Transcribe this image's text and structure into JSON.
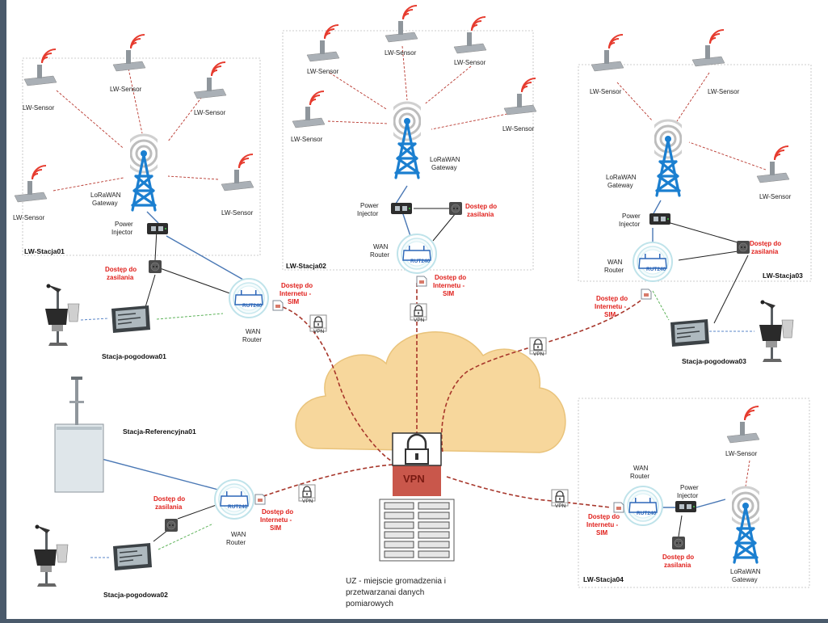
{
  "labels": {
    "sensor": "LW-Sensor",
    "gateway_line1": "LoRaWAN",
    "gateway_line2": "Gateway",
    "injector_line1": "Power",
    "injector_line2": "Injector",
    "router_line1": "WAN",
    "router_line2": "Router",
    "router_model": "RUT240",
    "vpn": "VPN",
    "power_line1": "Dostęp do",
    "power_line2": "zasilania",
    "internet_line1": "Dostęp do",
    "internet_line2": "Internetu -",
    "internet_line3": "SIM"
  },
  "stations": {
    "s01": "LW-Stacja01",
    "s02": "LW-Stacja02",
    "s03": "LW-Stacja03",
    "s04": "LW-Stacja04"
  },
  "weather": {
    "w01": "Stacja-pogodowa01",
    "w02": "Stacja-pogodowa02",
    "w03": "Stacja-pogodowa03"
  },
  "reference": "Stacja-Referencyjna01",
  "hub": {
    "line1": "UZ - miejscie gromadzenia i",
    "line2": "przetwarzanai danych",
    "line3": "pomiarowych"
  },
  "colors": {
    "gateway": "#1b7fd0",
    "alert": "#e0201c",
    "cloud": "#f7d79c",
    "vpn_link": "#b33a2b"
  }
}
